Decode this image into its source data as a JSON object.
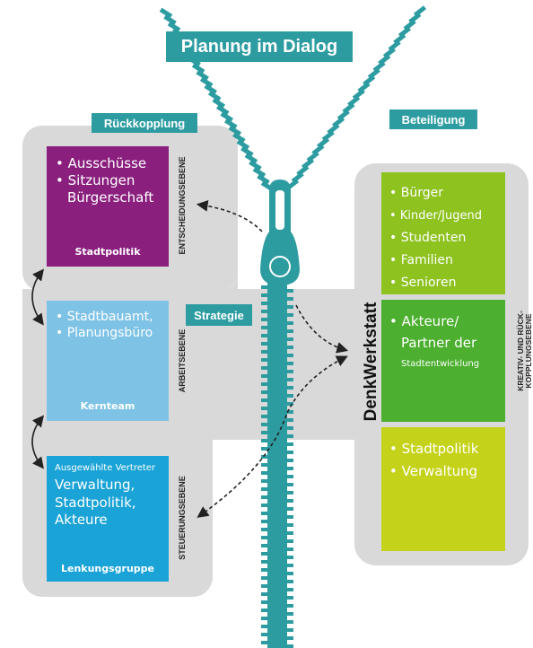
{
  "title": "Planung im Dialog",
  "labels": {
    "rueckkopplung": "Rückkopplung",
    "beteiligung": "Beteiligung",
    "strategie": "Strategie",
    "denkwerkstatt": "DenkWerkstatt"
  },
  "levels": {
    "entscheidung": "ENTSCHEIDUNGSEBENE",
    "arbeit": "ARBEITSEBENE",
    "steuerung": "STEUERUNGSEBENE",
    "kreativ_line1": "KREATIV- UND RÜCK-",
    "kreativ_line2": "KOPPLUNGSEBENE"
  },
  "boxes": {
    "stadtpolitik": {
      "items": [
        "Ausschüsse",
        "Sitzungen"
      ],
      "extra": "Bürgerschaft",
      "footer": "Stadtpolitik",
      "color": "#8a1f7e"
    },
    "kernteam": {
      "items": [
        "Stadtbauamt,",
        "Planungsbüro"
      ],
      "footer": "Kernteam",
      "color": "#7ec3e6"
    },
    "lenkungsgruppe": {
      "header": "Ausgewählte Vertreter",
      "lines": [
        "Verwaltung,",
        "Stadtpolitik,",
        "Akteure"
      ],
      "footer": "Lenkungsgruppe",
      "color": "#1aa3d6"
    },
    "buerger": {
      "items": [
        "Bürger",
        "Kinder/Jugend",
        "Studenten",
        "Familien",
        "Senioren"
      ],
      "color": "#8dc21f"
    },
    "akteure": {
      "items": [
        "Akteure/"
      ],
      "line2": "Partner der",
      "line3": "Stadtentwicklung",
      "color": "#4caf2f"
    },
    "verwaltung": {
      "items": [
        "Stadtpolitik",
        "Verwaltung"
      ],
      "color": "#c5d21a"
    }
  },
  "colors": {
    "teal": "#2d9ca1",
    "panel": "#d9d9d9"
  }
}
